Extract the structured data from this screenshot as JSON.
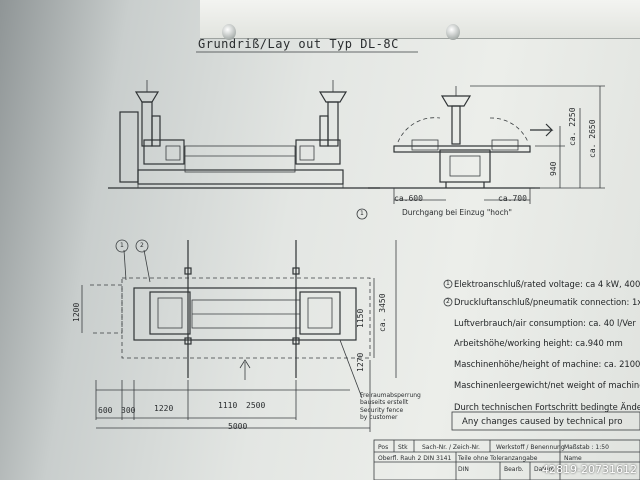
{
  "drawing": {
    "title": "Grundriß/Lay out Typ DL-8C",
    "caption_top": "Durchgang bei Einzug \"hoch\"",
    "circle_mark": "1",
    "callout_1": "1",
    "callout_2": "2",
    "fence_note": [
      "Freiraumabsperrung",
      "bauseits erstellt",
      "Security fence",
      "by customer"
    ]
  },
  "dimensions": {
    "d2650": "ca. 2650",
    "d2250": "ca. 2250",
    "d940": "940",
    "d600_top": "ca.600",
    "d700": "ca.700",
    "d1200": "1200",
    "d1150": "1150",
    "d1270": "1270",
    "d3450": "ca. 3450",
    "d600": "600",
    "d300": "300",
    "d1220": "1220",
    "d1110": "1110",
    "d2500": "2500",
    "d5000": "5000"
  },
  "specs": [
    "Elektroanschluß/rated voltage: ca 4 kW, 400",
    "Druckluftanschluß/pneumatik connection: 1x",
    "Luftverbrauch/air consumption: ca. 40 l/Ver",
    "Arbeitshöhe/working height: ca.940 mm",
    "Maschinenhöhe/height of machine: ca. 2100/26",
    "Maschinenleergewicht/net weight of machine:",
    "Durch technischen Fortschritt bedingte Änder",
    "Any changes caused by technical pro"
  ],
  "spec_markers": [
    "1",
    "2"
  ],
  "title_block": {
    "pos": "Pos",
    "stk": "Stk",
    "sach": "Sach-Nr. / Zeich-Nr.",
    "werkstoff": "Werkstoff / Benennung",
    "masstab": "Maßstab : 1:50",
    "oberfl": "Oberfl. Rauh 2 DIN 3141",
    "toleranz": "Teile ohne Toleranzangabe",
    "din": "DIN",
    "bearb": "Bearb.",
    "datum": "Datum",
    "name": "Name"
  },
  "watermark": "42819-20731612"
}
